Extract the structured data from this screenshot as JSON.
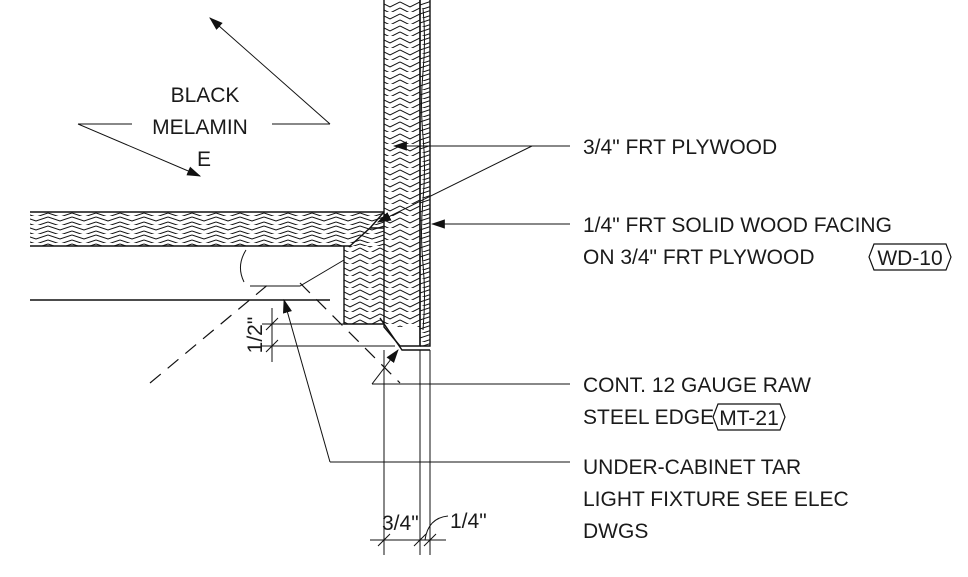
{
  "callouts": {
    "black_melamine": [
      "BLACK",
      "MELAMIN",
      "E"
    ],
    "frt_plywood": "3/4\" FRT PLYWOOD",
    "wood_facing": {
      "line1": "1/4\" FRT SOLID WOOD FACING",
      "line2": "ON 3/4\" FRT PLYWOOD",
      "tag": "WD-10"
    },
    "steel_edge": {
      "line1": "CONT. 12 GAUGE RAW",
      "line2": "STEEL EDGE",
      "tag": "MT-21"
    },
    "light_fixture": [
      "UNDER-CABINET TAR",
      "LIGHT FIXTURE SEE ELEC",
      "DWGS"
    ]
  },
  "dimensions": {
    "vertical": "1/2\"",
    "plywood_width": "3/4\"",
    "facing_width": "1/4\""
  },
  "colors": {
    "linework": "#111111",
    "background": "#ffffff"
  }
}
